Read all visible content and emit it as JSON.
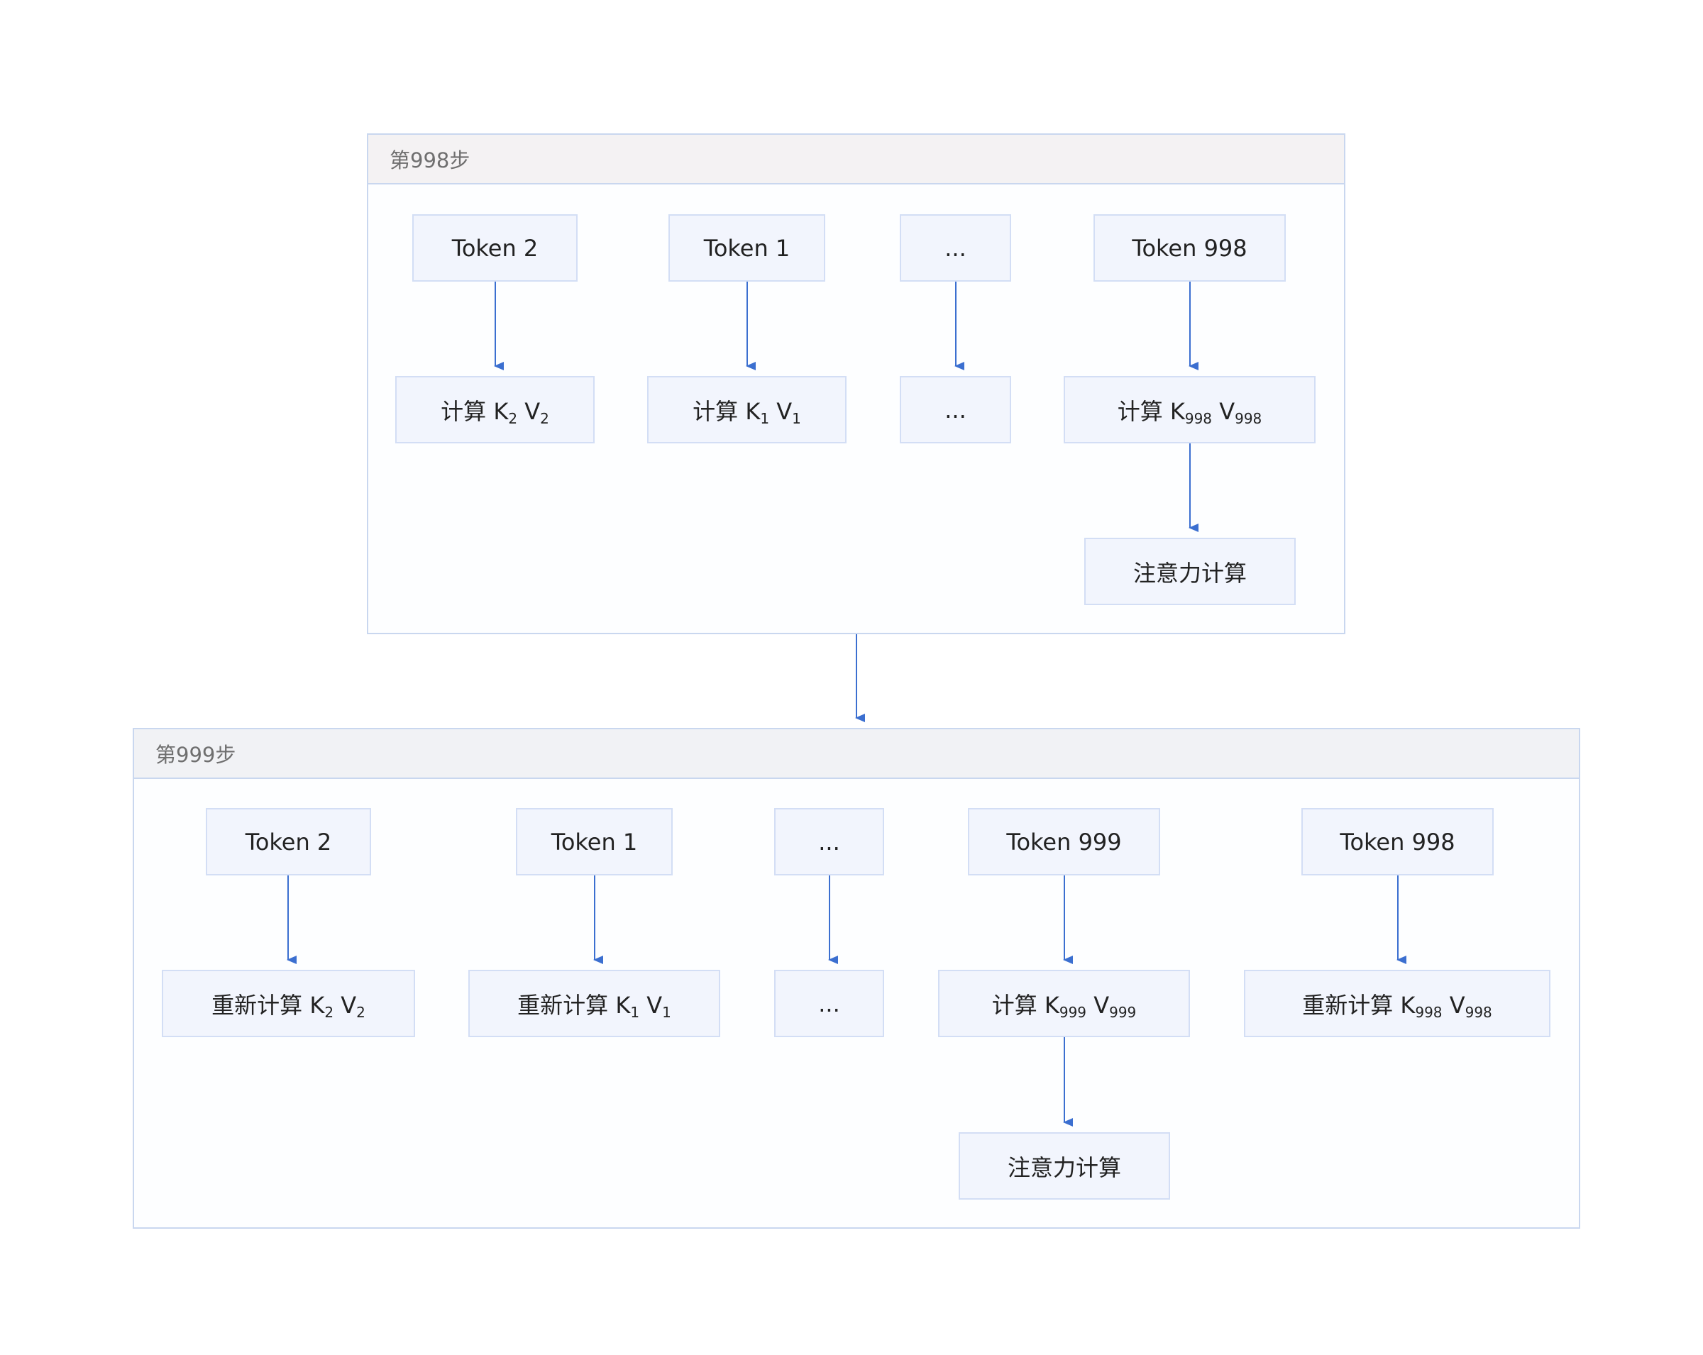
{
  "colors": {
    "edge": "#3b6fd0",
    "group_border": "#c9d7ef",
    "node_fill": "#f2f5fd",
    "node_border": "#d3def5"
  },
  "step998": {
    "title": "第998步",
    "token2": "Token 2",
    "token1": "Token 1",
    "ellipsis_top": "...",
    "token998": "Token 998",
    "calc_k2v2": {
      "prefix": "计算 K",
      "k_sub": "2",
      "v": " V",
      "v_sub": "2"
    },
    "calc_k1v1": {
      "prefix": "计算 K",
      "k_sub": "1",
      "v": " V",
      "v_sub": "1"
    },
    "ellipsis_bottom": "...",
    "calc_k998v998": {
      "prefix": "计算 K",
      "k_sub": "998",
      "v": " V",
      "v_sub": "998"
    },
    "attention": "注意力计算"
  },
  "step999": {
    "title": "第999步",
    "token2": "Token 2",
    "token1": "Token 1",
    "ellipsis_top": "...",
    "token999": "Token 999",
    "token998": "Token 998",
    "recalc_k2v2": {
      "prefix": "重新计算 K",
      "k_sub": "2",
      "v": " V",
      "v_sub": "2"
    },
    "recalc_k1v1": {
      "prefix": "重新计算 K",
      "k_sub": "1",
      "v": " V",
      "v_sub": "1"
    },
    "ellipsis_bottom": "...",
    "calc_k999v999": {
      "prefix": "计算 K",
      "k_sub": "999",
      "v": " V",
      "v_sub": "999"
    },
    "recalc_k998v998": {
      "prefix": "重新计算 K",
      "k_sub": "998",
      "v": " V",
      "v_sub": "998"
    },
    "attention": "注意力计算"
  }
}
